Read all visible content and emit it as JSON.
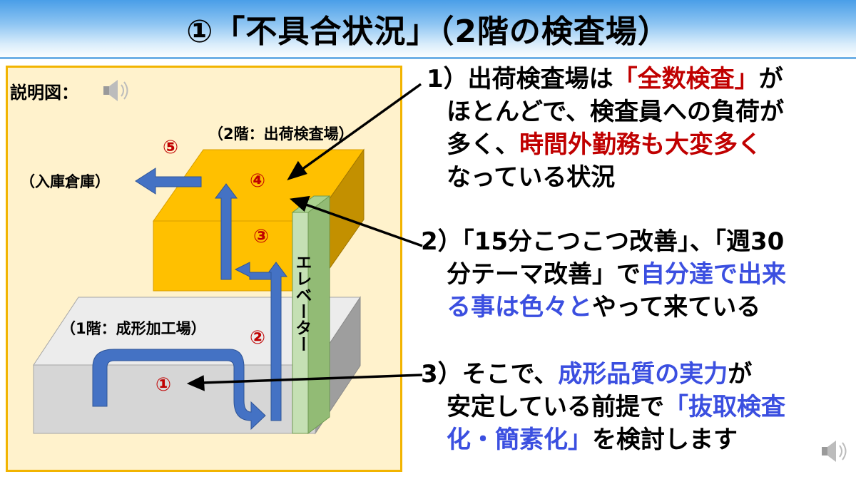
{
  "title": "①「不具合状況」（2階の検査場）",
  "diagram": {
    "caption": "説明図：",
    "speaker_icon": "speaker-icon",
    "floor2_label": "（2階：出荷検査場）",
    "floor1_label": "（1階：成形加工場）",
    "warehouse_label": "（入庫倉庫）",
    "elevator_label": "エレベーター",
    "steps": [
      "①",
      "②",
      "③",
      "④",
      "⑤"
    ]
  },
  "points": [
    {
      "lines": [
        [
          {
            "t": "1）出荷検査場は"
          },
          {
            "t": "「全数検査」",
            "c": "red"
          },
          {
            "t": "が"
          }
        ],
        [
          {
            "t": "ほとんどで、検査員への負荷が"
          }
        ],
        [
          {
            "t": "多く、"
          },
          {
            "t": "時間外勤務も大変多く",
            "c": "red"
          }
        ],
        [
          {
            "t": "なっている状況"
          }
        ]
      ]
    },
    {
      "lines": [
        [
          {
            "t": "2）「15分こつこつ改善」、「週30"
          }
        ],
        [
          {
            "t": "分テーマ改善」で"
          },
          {
            "t": "自分達で出来",
            "c": "blue"
          }
        ],
        [
          {
            "t": "る事は色々と",
            "c": "blue"
          },
          {
            "t": "やって来ている"
          }
        ]
      ]
    },
    {
      "lines": [
        [
          {
            "t": "3）そこで、"
          },
          {
            "t": "成形品質の実力",
            "c": "blue"
          },
          {
            "t": "が"
          }
        ],
        [
          {
            "t": "安定している前提で"
          },
          {
            "t": "「抜取検査",
            "c": "blue"
          }
        ],
        [
          {
            "t": "化・簡素化」",
            "c": "blue"
          },
          {
            "t": "を検討します"
          }
        ]
      ]
    }
  ],
  "footer": {
    "speaker_icon": "speaker-icon"
  },
  "colors": {
    "red": "#c00000",
    "blue": "#3b4fe0",
    "orange": "#ffc000",
    "gray": "#d9d9d9",
    "green": "#c5e0b4",
    "arrow": "#4472c4"
  }
}
